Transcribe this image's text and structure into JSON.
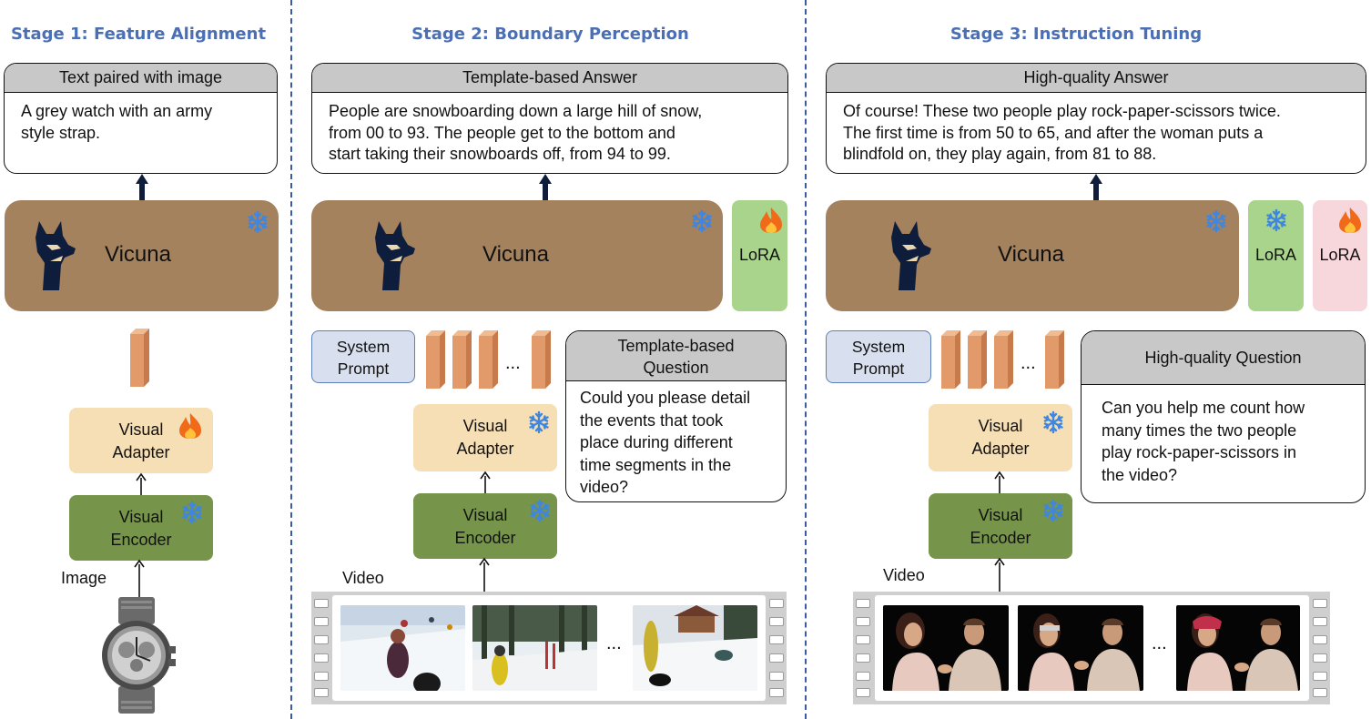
{
  "stage1": {
    "title": "Stage 1: Feature Alignment",
    "answer_header": "Text paired with image",
    "answer_lines": [
      "A grey watch with an army",
      "style strap."
    ],
    "llm_label": "Vicuna",
    "adapter_lines": [
      "Visual",
      "Adapter"
    ],
    "encoder_lines": [
      "Visual",
      "Encoder"
    ],
    "input_label": "Image"
  },
  "stage2": {
    "title": "Stage 2: Boundary Perception",
    "answer_header": "Template-based Answer",
    "answer_lines": [
      "People are snowboarding down a large hill of snow,",
      "from 00 to 93. The people get to the bottom and",
      "start taking their snowboards off, from 94 to 99."
    ],
    "llm_label": "Vicuna",
    "lora_label": "LoRA",
    "system_prompt_lines": [
      "System",
      "Prompt"
    ],
    "token_ellipsis": "...",
    "question_header_lines": [
      "Template-based",
      "Question"
    ],
    "question_lines": [
      "Could you please detail",
      "the events that took",
      "place during different",
      "time segments in the",
      "video?"
    ],
    "adapter_lines": [
      "Visual",
      "Adapter"
    ],
    "encoder_lines": [
      "Visual",
      "Encoder"
    ],
    "input_label": "Video",
    "frame_ellipsis": "..."
  },
  "stage3": {
    "title": "Stage 3: Instruction Tuning",
    "answer_header": "High-quality Answer",
    "answer_lines": [
      "Of course! These two people play rock-paper-scissors twice.",
      "The first time is from 50 to 65, and after the woman puts a",
      "blindfold on, they play again, from 81 to 88."
    ],
    "llm_label": "Vicuna",
    "lora_frozen_label": "LoRA",
    "lora_trainable_label": "LoRA",
    "system_prompt_lines": [
      "System",
      "Prompt"
    ],
    "token_ellipsis": "...",
    "question_header": "High-quality Question",
    "question_lines": [
      "Can you help me count how",
      "many times the two people",
      "play rock-paper-scissors in",
      "the video?"
    ],
    "adapter_lines": [
      "Visual",
      "Adapter"
    ],
    "encoder_lines": [
      "Visual",
      "Encoder"
    ],
    "input_label": "Video",
    "frame_ellipsis": "..."
  },
  "icons": {
    "frozen": "snowflake-icon",
    "trainable": "flame-icon",
    "llm_logo": "vicuna-llama-logo-icon",
    "visual_token": "visual-token-block"
  },
  "colors": {
    "stage_title": "#4a6fb5",
    "vicuna": "#a4825e",
    "lora_frozen": "#a9d48c",
    "lora_trainable": "#f8d7dc",
    "adapter": "#f6dfb4",
    "encoder": "#76954b",
    "token": "#e39a6a",
    "snowflake": "#3f86e0",
    "flame": "#f06a1a"
  }
}
